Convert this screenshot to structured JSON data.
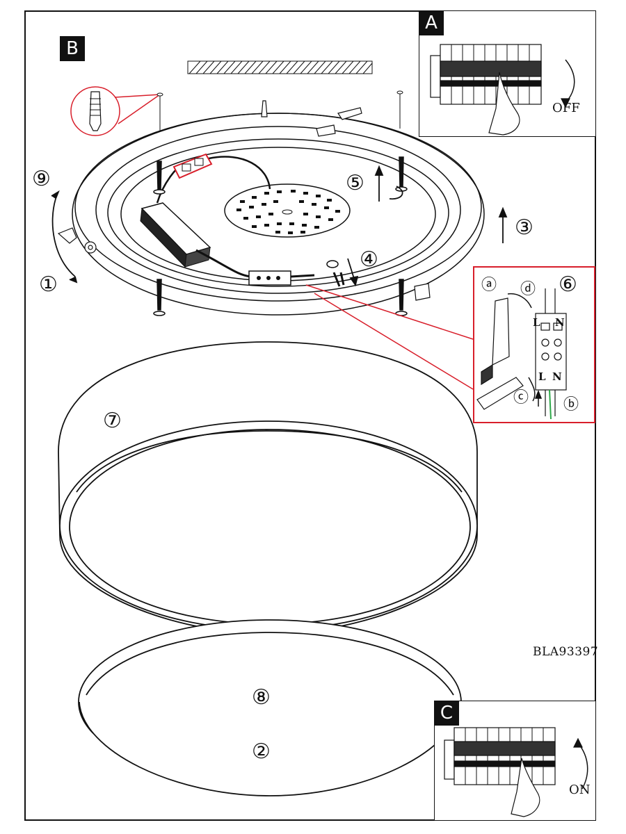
{
  "panels": {
    "A": {
      "badge": "A",
      "switch_label": "OFF"
    },
    "B": {
      "badge": "B"
    },
    "C": {
      "badge": "C",
      "switch_label": "ON"
    }
  },
  "steps": {
    "s1": "①",
    "s2": "②",
    "s3": "③",
    "s4": "④",
    "s5": "⑤",
    "s6": "⑥",
    "s7": "⑦",
    "s8": "⑧",
    "s9": "⑨"
  },
  "terminal_detail": {
    "a": "ⓐ",
    "b": "ⓑ",
    "c": "ⓒ",
    "d": "ⓓ",
    "top_L": "L",
    "top_N": "N",
    "bottom_L": "L",
    "bottom_N": "N"
  },
  "model_code": "BLA93397",
  "colors": {
    "callout_red": "#d81e2a",
    "ink": "#111111",
    "earth_wire": "#2ea84a"
  }
}
